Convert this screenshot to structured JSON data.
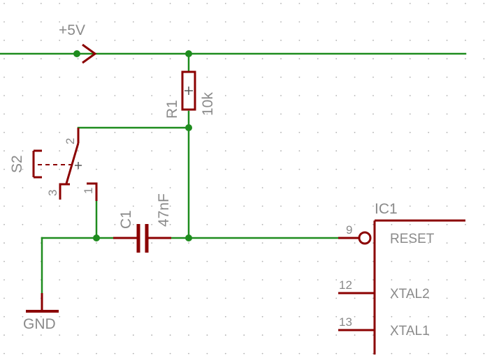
{
  "colors": {
    "net": "#1e8c1e",
    "part": "#8b0000",
    "text": "#8a8a8a",
    "grid": "#b0b0b0",
    "background": "#ffffff"
  },
  "labels": {
    "supply": "+5V",
    "ground": "GND",
    "r1_name": "R1",
    "r1_value": "10k",
    "s2_name": "S2",
    "s2_pin1": "1",
    "s2_pin2": "2",
    "s2_pin3": "3",
    "c1_name": "C1",
    "c1_value": "47nF",
    "ic_name": "IC1",
    "ic_pins": [
      {
        "number": "9",
        "name": "RESET"
      },
      {
        "number": "12",
        "name": "XTAL2"
      },
      {
        "number": "13",
        "name": "XTAL1"
      }
    ]
  }
}
